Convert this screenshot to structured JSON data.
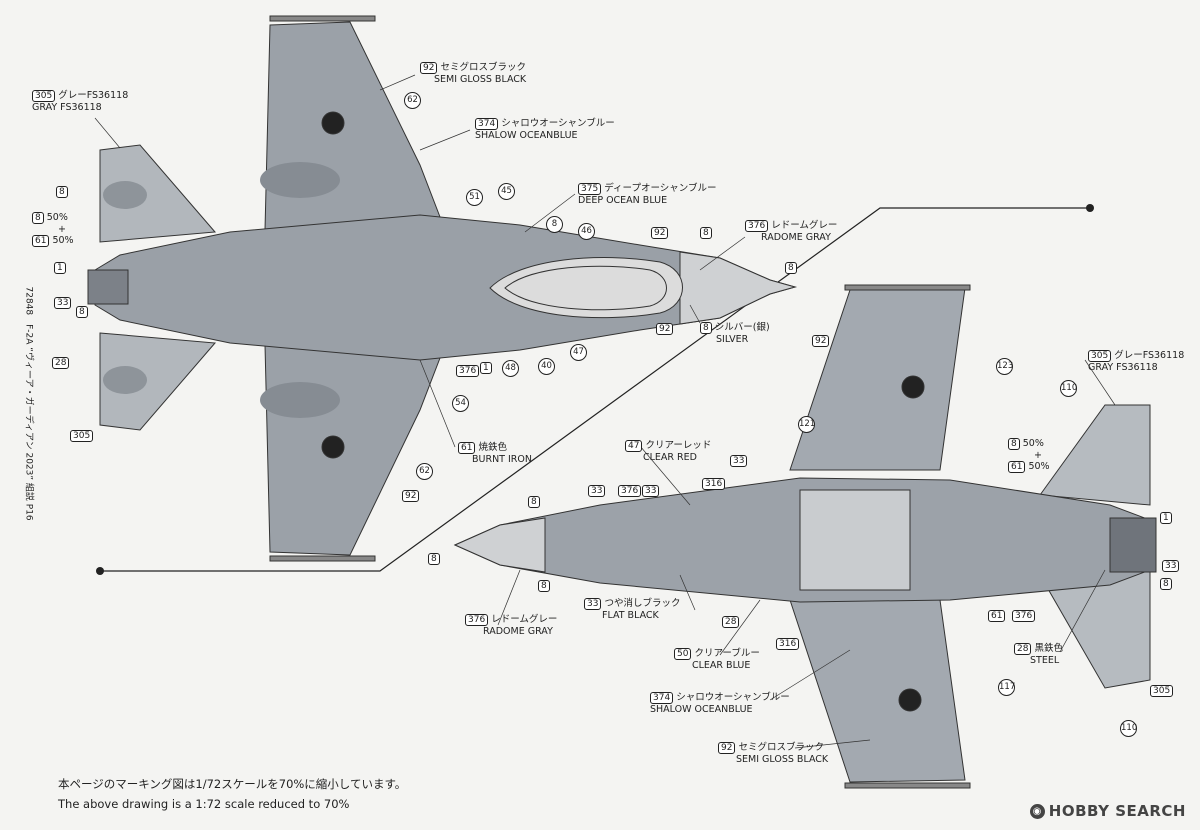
{
  "side_caption": "72848　F-2A “ヴィーア・ガーディアン 2023” 組説 P16",
  "top_view": {
    "callouts": {
      "c92_top": {
        "num": "92",
        "jp": "セミグロスブラック",
        "en": "SEMI GLOSS BLACK"
      },
      "c305_top": {
        "num": "305",
        "jp": "グレーFS36118",
        "en": "GRAY FS36118"
      },
      "c374_top": {
        "num": "374",
        "jp": "シャロウオーシャンブルー",
        "en": "SHALOW OCEANBLUE"
      },
      "c375": {
        "num": "375",
        "jp": "ディープオーシャンブルー",
        "en": "DEEP OCEAN BLUE"
      },
      "c376_top": {
        "num": "376",
        "jp": "レドームグレー",
        "en": "RADOME GRAY"
      },
      "c8_top": {
        "num": "8",
        "jp": "シルバー(銀)",
        "en": "SILVER"
      },
      "c61_top": {
        "num": "61",
        "jp": "焼鉄色",
        "en": "BURNT IRON"
      },
      "c8_mix": {
        "num": "8",
        "jp": "50%"
      },
      "c61_mix": {
        "num": "61",
        "jp": "50%"
      }
    },
    "plus": "+",
    "small": [
      "8",
      "1",
      "33",
      "8",
      "28",
      "305",
      "62",
      "62",
      "92",
      "54",
      "376",
      "1",
      "48",
      "40",
      "47",
      "51",
      "45",
      "8",
      "46",
      "92",
      "8",
      "8",
      "92"
    ]
  },
  "bottom_view": {
    "callouts": {
      "c47": {
        "num": "47",
        "jp": "クリアーレッド",
        "en": "CLEAR RED"
      },
      "c33": {
        "num": "33",
        "jp": "つや消しブラック",
        "en": "FLAT BLACK"
      },
      "c376_bot": {
        "num": "376",
        "jp": "レドームグレー",
        "en": "RADOME GRAY"
      },
      "c50": {
        "num": "50",
        "jp": "クリアーブルー",
        "en": "CLEAR BLUE"
      },
      "c374_bot": {
        "num": "374",
        "jp": "シャロウオーシャンブルー",
        "en": "SHALOW OCEANBLUE"
      },
      "c92_bot": {
        "num": "92",
        "jp": "セミグロスブラック",
        "en": "SEMI GLOSS BLACK"
      },
      "c305_bot": {
        "num": "305",
        "jp": "グレーFS36118",
        "en": "GRAY FS36118"
      },
      "c28": {
        "num": "28",
        "jp": "黒鉄色",
        "en": "STEEL"
      },
      "c8_mix_b": {
        "num": "8",
        "jp": "50%"
      },
      "c61_mix_b": {
        "num": "61",
        "jp": "50%"
      }
    },
    "plus": "+",
    "small": [
      "92",
      "123",
      "121",
      "110",
      "33",
      "33",
      "376",
      "33",
      "316",
      "8",
      "8",
      "8",
      "28",
      "316",
      "61",
      "376",
      "1",
      "33",
      "8",
      "305",
      "117",
      "110"
    ]
  },
  "footnote": {
    "jp": "本ページのマーキング図は1/72スケールを70%に縮小しています。",
    "en": "The above drawing is a 1:72 scale reduced to 70%"
  },
  "brand": "HOBBY SEARCH",
  "colors": {
    "deep_ocean": "#8d939a",
    "shallow_ocean": "#aab0b6",
    "gray": "#c4c7ca",
    "radome": "#d9d9d9",
    "line": "#333333"
  }
}
